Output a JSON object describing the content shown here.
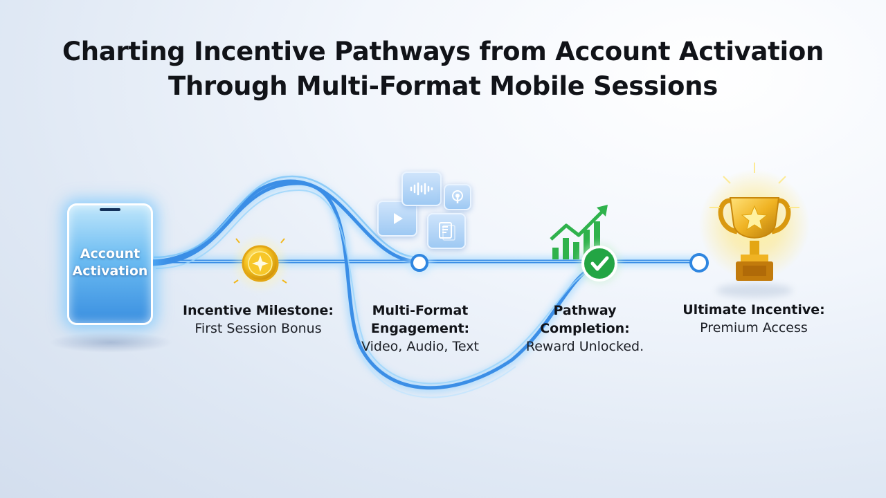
{
  "title": {
    "line1": "Charting Incentive Pathways from Account Activation",
    "line2": "Through Multi-Format Mobile Sessions"
  },
  "start": {
    "label_line1": "Account",
    "label_line2": "Activation"
  },
  "steps": [
    {
      "heading": "Incentive Milestone:",
      "detail": "First Session Bonus"
    },
    {
      "heading_line1": "Multi-Format",
      "heading_line2": "Engagement:",
      "detail": "Video, Audio, Text"
    },
    {
      "heading_line1": "Pathway",
      "heading_line2": "Completion:",
      "detail": "Reward Unlocked."
    },
    {
      "heading": "Ultimate Incentive:",
      "detail": "Premium Access"
    }
  ],
  "icons": {
    "coin": "star-coin-icon",
    "video": "video-play-icon",
    "audio": "audio-wave-icon",
    "podcast": "podcast-icon",
    "document": "document-icon",
    "growth": "bar-chart-growth-icon",
    "check": "checkmark-icon",
    "trophy": "trophy-star-icon"
  },
  "colors": {
    "path": "#3b8ee6",
    "glow": "#8fd0ff",
    "gold": "#f2b81c",
    "green": "#23a544"
  }
}
